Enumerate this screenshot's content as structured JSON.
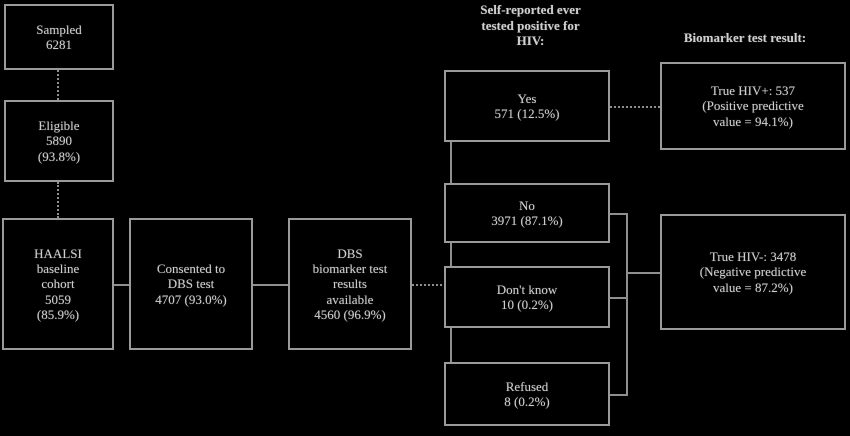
{
  "figure": {
    "type": "flowchart",
    "title": "HAALSI HIV testing cascade flow diagram"
  },
  "headers": {
    "self_reported": "Self-reported ever\ntested positive for\nHIV:",
    "biomarker": "Biomarker test result:"
  },
  "nodes": {
    "sampled": "Sampled\n6281",
    "eligible": "Eligible\n5890\n(93.8%)",
    "cohort": "HAALSI\nbaseline\ncohort\n5059\n(85.9%)",
    "consented": "Consented to\nDBS test\n4707 (93.0%)",
    "dbs_results": "DBS\nbiomarker test\nresults\navailable\n4560 (96.9%)",
    "yes": "Yes\n571 (12.5%)",
    "no": "No\n3971 (87.1%)",
    "dont_know": "Don't know\n10 (0.2%)",
    "refused": "Refused\n8 (0.2%)",
    "true_pos": "True HIV+: 537\n(Positive predictive\nvalue = 94.1%)",
    "true_neg": "True HIV-: 3478\n(Negative predictive\nvalue = 87.2%)"
  },
  "chart_data": {
    "type": "table",
    "title": "HAALSI HIV testing cascade",
    "steps": [
      {
        "label": "Sampled",
        "count": 6281,
        "percent": null
      },
      {
        "label": "Eligible",
        "count": 5890,
        "percent": 93.8
      },
      {
        "label": "HAALSI baseline cohort",
        "count": 5059,
        "percent": 85.9
      },
      {
        "label": "Consented to DBS test",
        "count": 4707,
        "percent": 93.0
      },
      {
        "label": "DBS biomarker test results available",
        "count": 4560,
        "percent": 96.9
      }
    ],
    "self_reported_ever_tested_positive_for_hiv": [
      {
        "label": "Yes",
        "count": 571,
        "percent": 12.5
      },
      {
        "label": "No",
        "count": 3971,
        "percent": 87.1
      },
      {
        "label": "Don't know",
        "count": 10,
        "percent": 0.2
      },
      {
        "label": "Refused",
        "count": 8,
        "percent": 0.2
      }
    ],
    "biomarker_test_result": [
      {
        "label": "True HIV+",
        "count": 537,
        "predictive_value_type": "Positive predictive value",
        "predictive_value": 94.1
      },
      {
        "label": "True HIV-",
        "count": 3478,
        "predictive_value_type": "Negative predictive value",
        "predictive_value": 87.2
      }
    ]
  }
}
